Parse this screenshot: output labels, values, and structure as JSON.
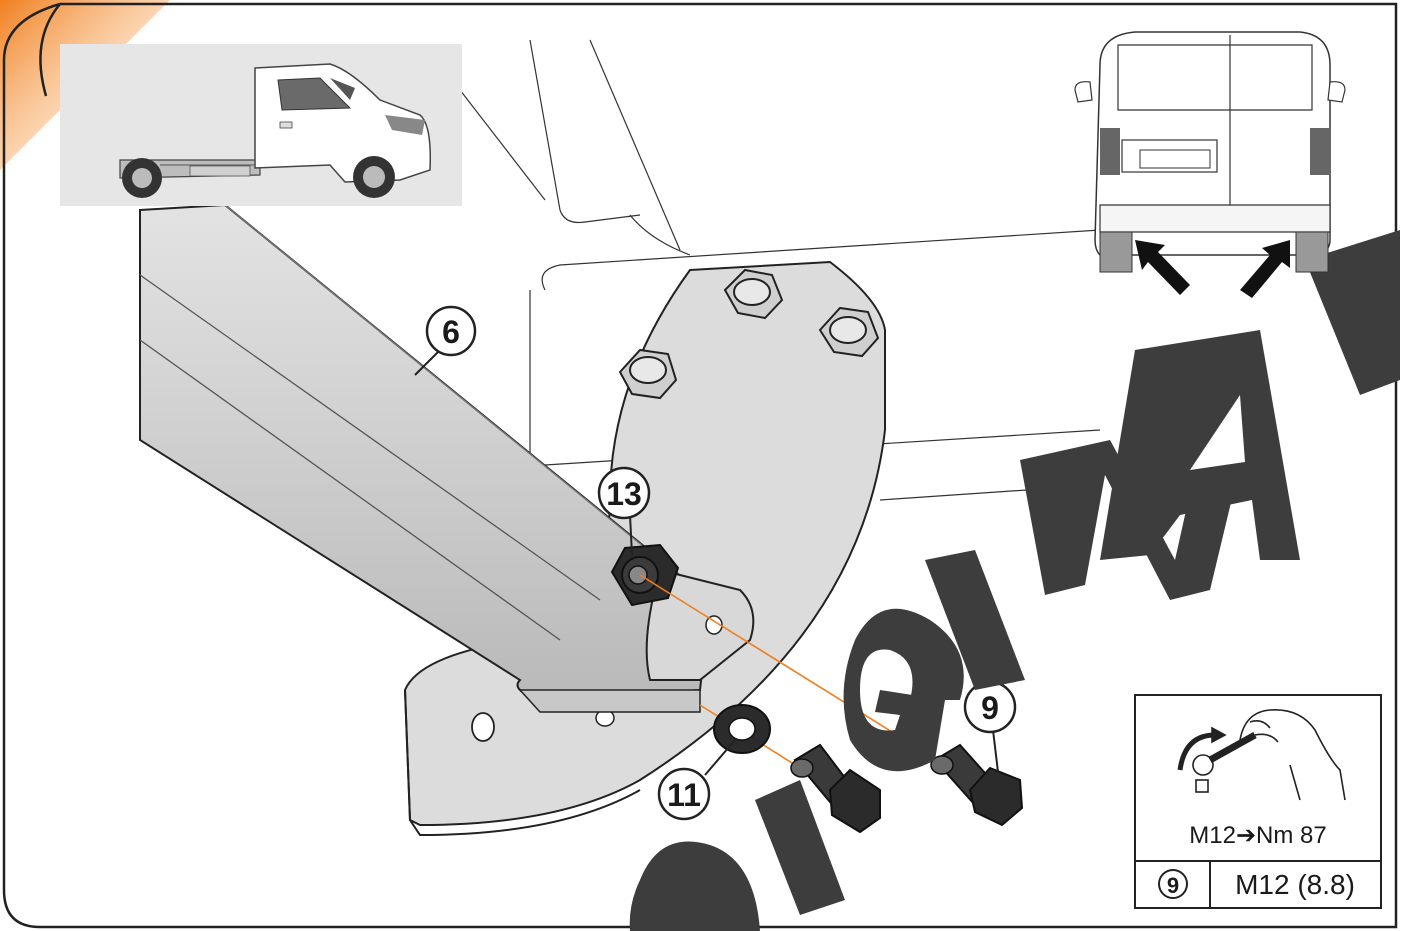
{
  "callouts": {
    "c6": "6",
    "c13": "13",
    "c9": "9",
    "c11": "11"
  },
  "torque_box": {
    "torque_text": "M12➔Nm 87",
    "ref_number": "9",
    "bolt_spec": "M12 (8.8)"
  },
  "watermark": "ORIGINAL",
  "colors": {
    "accent": "#f07f1f",
    "metal": "#cfcfcf",
    "dark": "#2b2b2b"
  }
}
